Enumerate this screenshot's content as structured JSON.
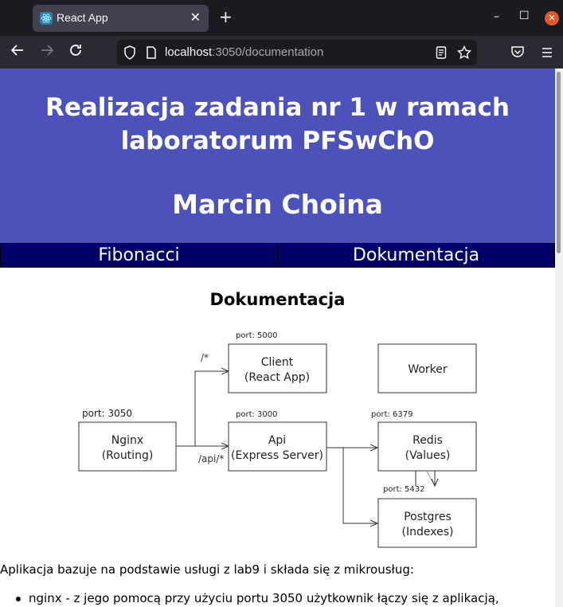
{
  "browser": {
    "tab_title": "React App",
    "tab_close": "✕",
    "new_tab": "+",
    "window_minimize": "–",
    "window_maximize": "☐",
    "window_close": "✕",
    "url_host": "localhost",
    "url_rest": ":3050/documentation"
  },
  "hero": {
    "title_line1": "Realizacja zadania nr 1 w ramach",
    "title_line2": "laboratorum PFSwChO",
    "author": "Marcin Choina",
    "background": "#4d52ba"
  },
  "menu": {
    "items": [
      "Fibonacci",
      "Dokumentacja"
    ],
    "background": "#000066"
  },
  "documentation": {
    "heading": "Dokumentacja",
    "diagram": {
      "nodes": [
        {
          "id": "nginx",
          "port": "port: 3050",
          "line1": "Nginx",
          "line2": "(Routing)"
        },
        {
          "id": "client",
          "port": "port: 5000",
          "line1": "Client",
          "line2": "(React App)"
        },
        {
          "id": "api",
          "port": "port: 3000",
          "line1": "Api",
          "line2": "(Express Server)"
        },
        {
          "id": "worker",
          "port": "",
          "line1": "Worker",
          "line2": ""
        },
        {
          "id": "redis",
          "port": "port: 6379",
          "line1": "Redis",
          "line2": "(Values)"
        },
        {
          "id": "postgres",
          "port": "port: 5432",
          "line1": "Postgres",
          "line2": "(Indexes)"
        }
      ],
      "edge_labels": {
        "root": "/*",
        "api": "/api/*"
      }
    },
    "intro": "Aplikacja bazuje na podstawie usługi z lab9 i składa się z mikrousług:",
    "bullets": [
      "nginx - z jego pomocą przy użyciu portu 3050 użytkownik łączy się z aplikacją,"
    ]
  }
}
